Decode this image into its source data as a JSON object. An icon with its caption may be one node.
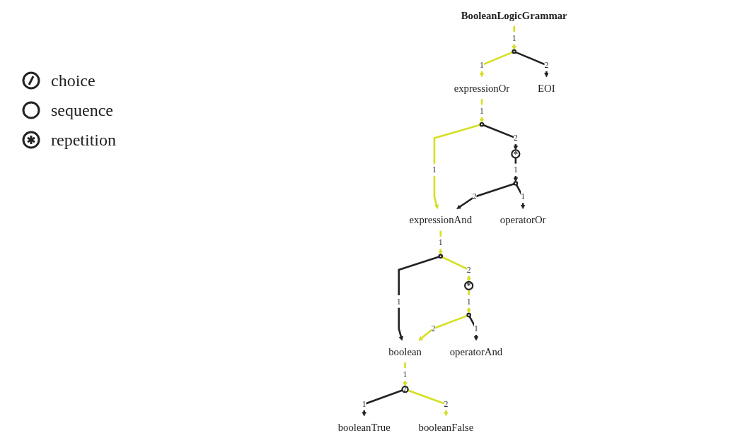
{
  "diagram": {
    "nodes": [
      {
        "text": [
          "BooleanLogicGrammar"
        ]
      },
      {
        "text": [],
        "shape": "circle"
      },
      {
        "text": [
          "expressionOr"
        ]
      },
      {
        "text": [
          "EOI"
        ]
      },
      {
        "text": [],
        "shape": "circle"
      },
      {
        "text": [
          "expressionAnd"
        ]
      },
      {
        "text": [
          "*"
        ]
      },
      {
        "text": [],
        "shape": "circle"
      },
      {
        "text": [
          "operatorOr"
        ]
      },
      {
        "text": [],
        "shape": "circle"
      },
      {
        "text": [
          "boolean"
        ]
      },
      {
        "text": [
          "*"
        ]
      },
      {
        "text": [],
        "shape": "circle"
      },
      {
        "text": [
          "operatorAnd"
        ]
      },
      {
        "text": [
          "/"
        ]
      },
      {
        "text": [
          "booleanTrue"
        ]
      },
      {
        "text": [
          "booleanFalse"
        ]
      }
    ],
    "edges": [
      {
        "from": 0,
        "to": 1,
        "arrow": "to",
        "label": "1",
        "color": "#d6df23"
      },
      {
        "from": 1,
        "to": 2,
        "arrow": "to",
        "label": "1",
        "color": "#d6df23"
      },
      {
        "from": 1,
        "to": 3,
        "arrow": "to",
        "label": "2",
        "color": "#222222"
      },
      {
        "from": 2,
        "to": 4,
        "arrow": "to",
        "label": "1",
        "color": "#d6df23"
      },
      {
        "from": 4,
        "to": 5,
        "arrow": "to",
        "label": "1",
        "color": "#d6df23"
      },
      {
        "from": 4,
        "to": 6,
        "arrow": "to",
        "label": "2",
        "color": "#222222"
      },
      {
        "from": 6,
        "to": 7,
        "arrow": "to",
        "label": "1",
        "color": "#222222"
      },
      {
        "from": 7,
        "to": 5,
        "arrow": "to",
        "label": "2",
        "color": "#222222"
      },
      {
        "from": 7,
        "to": 8,
        "arrow": "to",
        "label": "1",
        "color": "#222222"
      },
      {
        "from": 5,
        "to": 9,
        "arrow": "to",
        "label": "1",
        "color": "#d6df23"
      },
      {
        "from": 9,
        "to": 10,
        "arrow": "to",
        "label": "1",
        "color": "#222222"
      },
      {
        "from": 9,
        "to": 11,
        "arrow": "to",
        "label": "2",
        "color": "#d6df23"
      },
      {
        "from": 11,
        "to": 12,
        "arrow": "to",
        "label": "1",
        "color": "#d6df23"
      },
      {
        "from": 12,
        "to": 10,
        "arrow": "to",
        "label": "2",
        "color": "#d6df23"
      },
      {
        "from": 12,
        "to": 13,
        "arrow": "to",
        "label": "1",
        "color": "#222222"
      },
      {
        "from": 10,
        "to": 14,
        "arrow": "to",
        "label": "1",
        "color": "#d6df23"
      },
      {
        "from": 14,
        "to": 15,
        "arrow": "to",
        "label": "1",
        "color": "#222222"
      },
      {
        "from": 14,
        "to": 16,
        "arrow": "to",
        "label": "2",
        "color": "#d6df23"
      }
    ],
    "legend": [
      {
        "text": "choice"
      },
      {
        "text": "sequence"
      },
      {
        "text": "repetition"
      }
    ]
  }
}
